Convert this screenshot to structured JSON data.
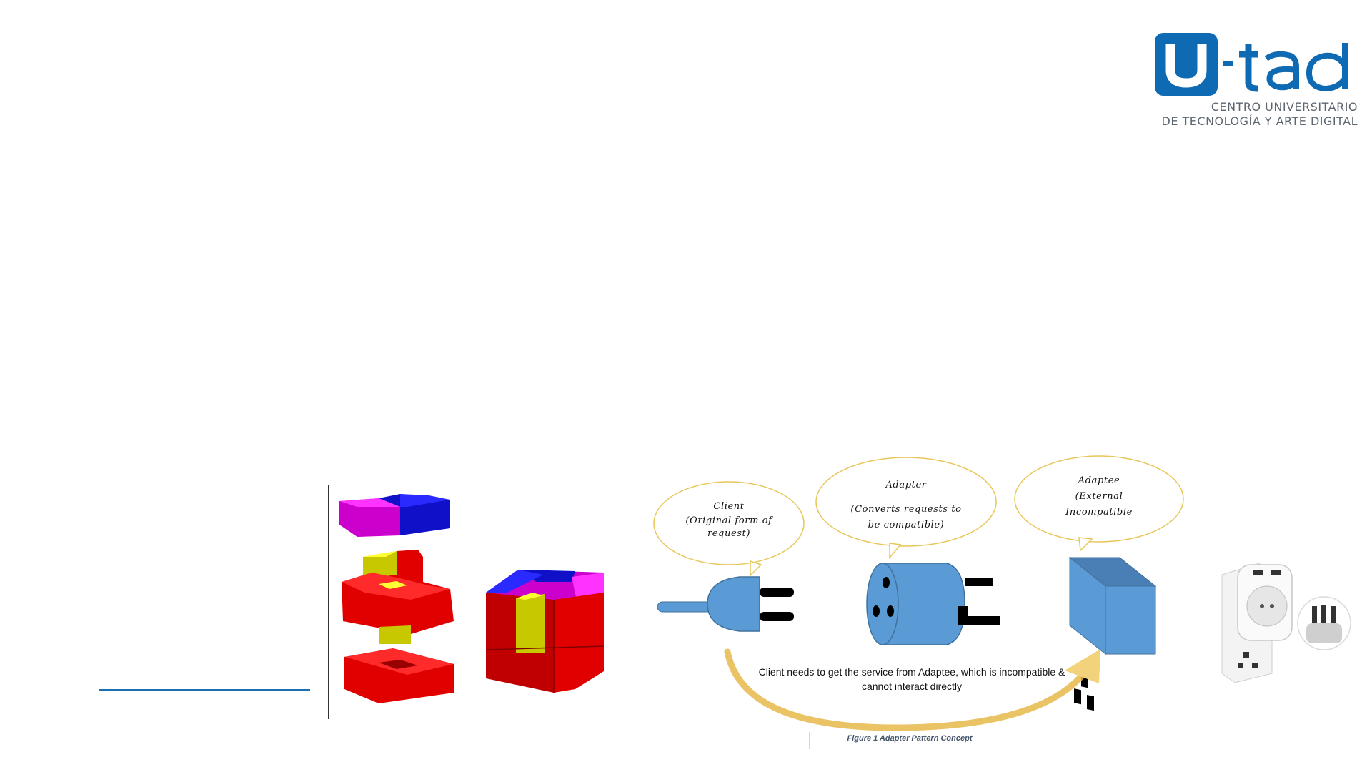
{
  "logo": {
    "brand": "U-TAD",
    "tagline_line1": "CENTRO UNIVERSITARIO",
    "tagline_line2": "DE TECNOLOGÍA Y ARTE DIGITAL"
  },
  "diagram": {
    "client": {
      "title": "Client",
      "line2": "(Original form of",
      "line3": "request)"
    },
    "adapter": {
      "title": "Adapter",
      "line2": "(Converts requests to",
      "line3": "be compatible)"
    },
    "adaptee": {
      "title": "Adaptee",
      "line2": "(External",
      "line3": "Incompatible"
    },
    "caption_line1": "Client needs to get the service from Adaptee, which is incompatible &",
    "caption_line2": "cannot interact directly",
    "figure_caption": "Figure 1 Adapter Pattern Concept"
  },
  "colors": {
    "brand_blue": "#0f6ab4",
    "shape_blue": "#5b9bd5",
    "bubble_border": "#e8c75a",
    "arrow_gold": "#e6b84a",
    "puzzle_red": "#e00000",
    "puzzle_magenta": "#cc00cc",
    "puzzle_blue": "#1010c8",
    "puzzle_yellow": "#c8c800"
  }
}
